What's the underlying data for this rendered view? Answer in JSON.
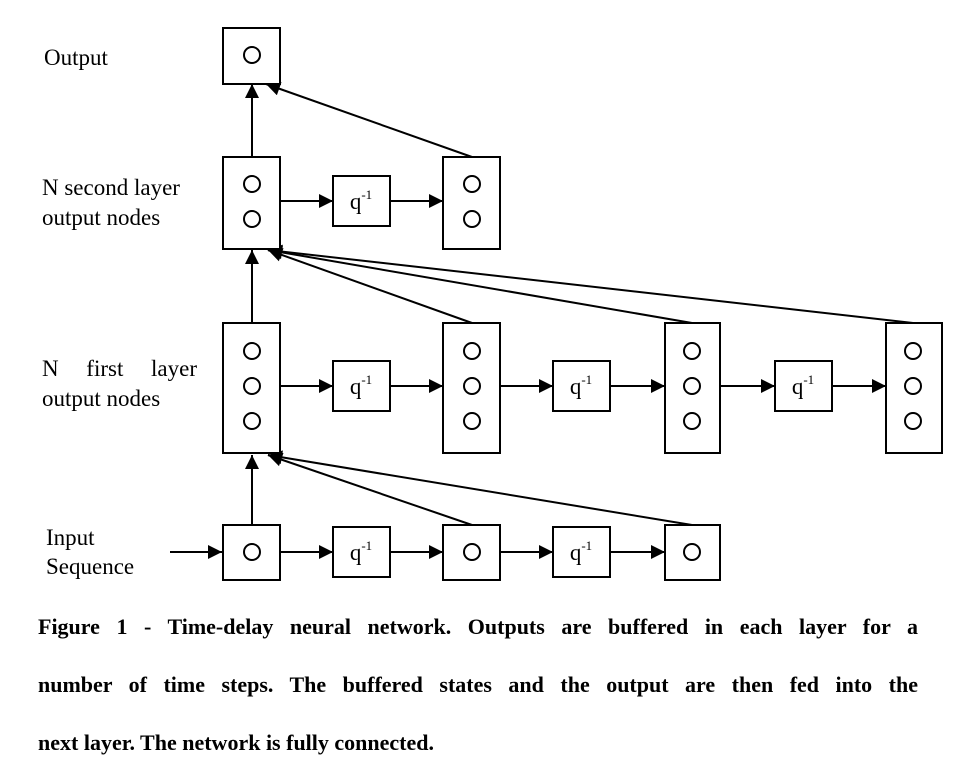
{
  "labels": {
    "output": "Output",
    "second_layer_line1": "N second layer",
    "second_layer_line2": "output nodes",
    "first_layer_line1": "N  first  layer",
    "first_layer_line2": "output nodes",
    "input_line1": "Input",
    "input_line2": "Sequence"
  },
  "delay": {
    "base": "q",
    "exponent": "-1"
  },
  "caption": {
    "line1": "Figure 1 - Time-delay neural network. Outputs are buffered in each layer for a",
    "line2": "number of time steps. The buffered states and the output are then fed into the",
    "line3": "next layer. The network is fully connected."
  },
  "colors": {
    "stroke": "#000000",
    "background": "#ffffff"
  }
}
